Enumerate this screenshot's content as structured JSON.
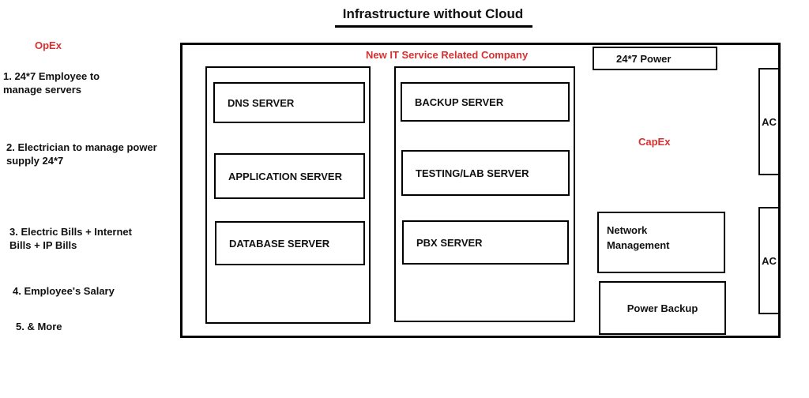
{
  "title": "Infrastructure without Cloud",
  "opex": {
    "heading": "OpEx",
    "items": [
      "1. 24*7 Employee to manage servers",
      "2. Electrician to manage power supply  24*7",
      "3. Electric Bills + Internet Bills + IP Bills",
      "4. Employee's Salary",
      "5. & More"
    ]
  },
  "company": {
    "label": "New IT Service Related Company",
    "capex_label": "CapEx",
    "power_label": "24*7 Power",
    "left_rack": [
      "DNS SERVER",
      "APPLICATION SERVER",
      "DATABASE SERVER"
    ],
    "right_rack": [
      "BACKUP SERVER",
      "TESTING/LAB SERVER",
      "PBX SERVER"
    ],
    "network_management": "Network Management",
    "power_backup": "Power Backup",
    "ac_units": [
      "AC",
      "AC"
    ]
  },
  "colors": {
    "accent": "#d93030",
    "line": "#000000",
    "text": "#111111"
  }
}
